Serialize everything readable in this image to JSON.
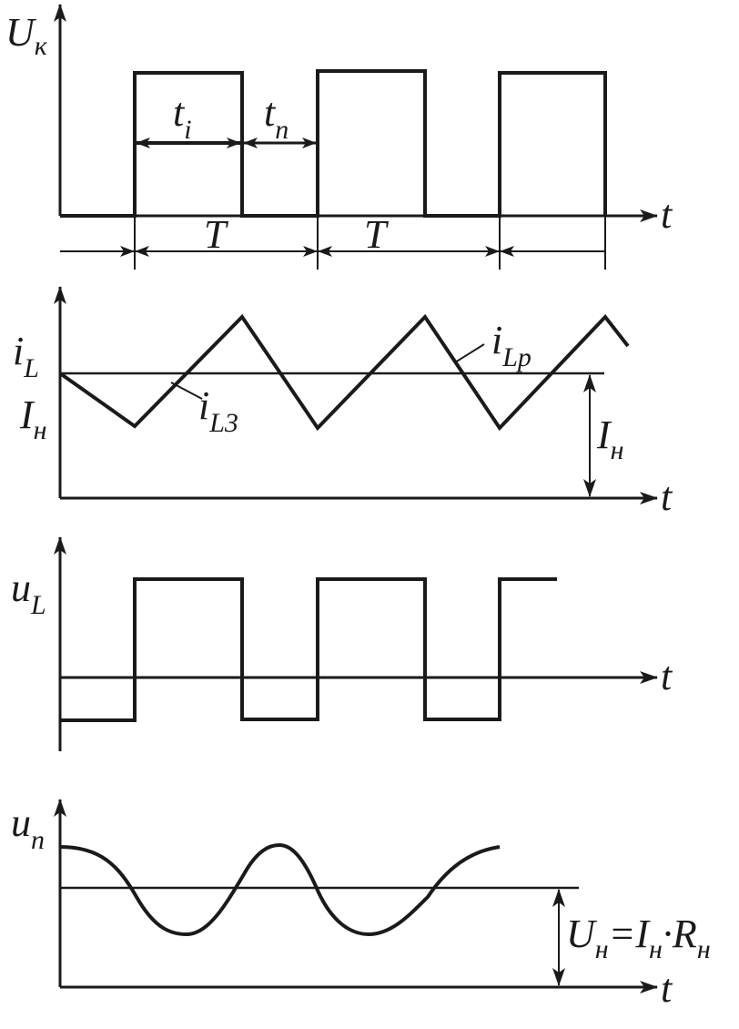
{
  "colors": {
    "ink": "#1a1a1a",
    "background": "#ffffff"
  },
  "time_axis_label": "t",
  "panels": {
    "uk": {
      "y_label": {
        "main": "U",
        "sub": "к"
      },
      "pulse_width_label": {
        "main": "t",
        "sub": "i"
      },
      "pause_label": {
        "main": "t",
        "sub": "п"
      },
      "period_label": "T"
    },
    "il": {
      "y_label": {
        "main": "i",
        "sub": "L"
      },
      "mean_label": {
        "main": "I",
        "sub": "н"
      },
      "charge_label": {
        "main": "i",
        "sub": "L3"
      },
      "discharge_label": {
        "main": "i",
        "sub": "Lp"
      },
      "dim_label": {
        "main": "I",
        "sub": "н"
      }
    },
    "ul": {
      "y_label": {
        "main": "u",
        "sub": "L"
      }
    },
    "un": {
      "y_label": {
        "main": "u",
        "sub": "п"
      },
      "formula": {
        "u": "U",
        "u_sub": "н",
        "eq": "=",
        "i": "I",
        "i_sub": "н",
        "dot": "·",
        "r": "R",
        "r_sub": "н"
      }
    }
  }
}
